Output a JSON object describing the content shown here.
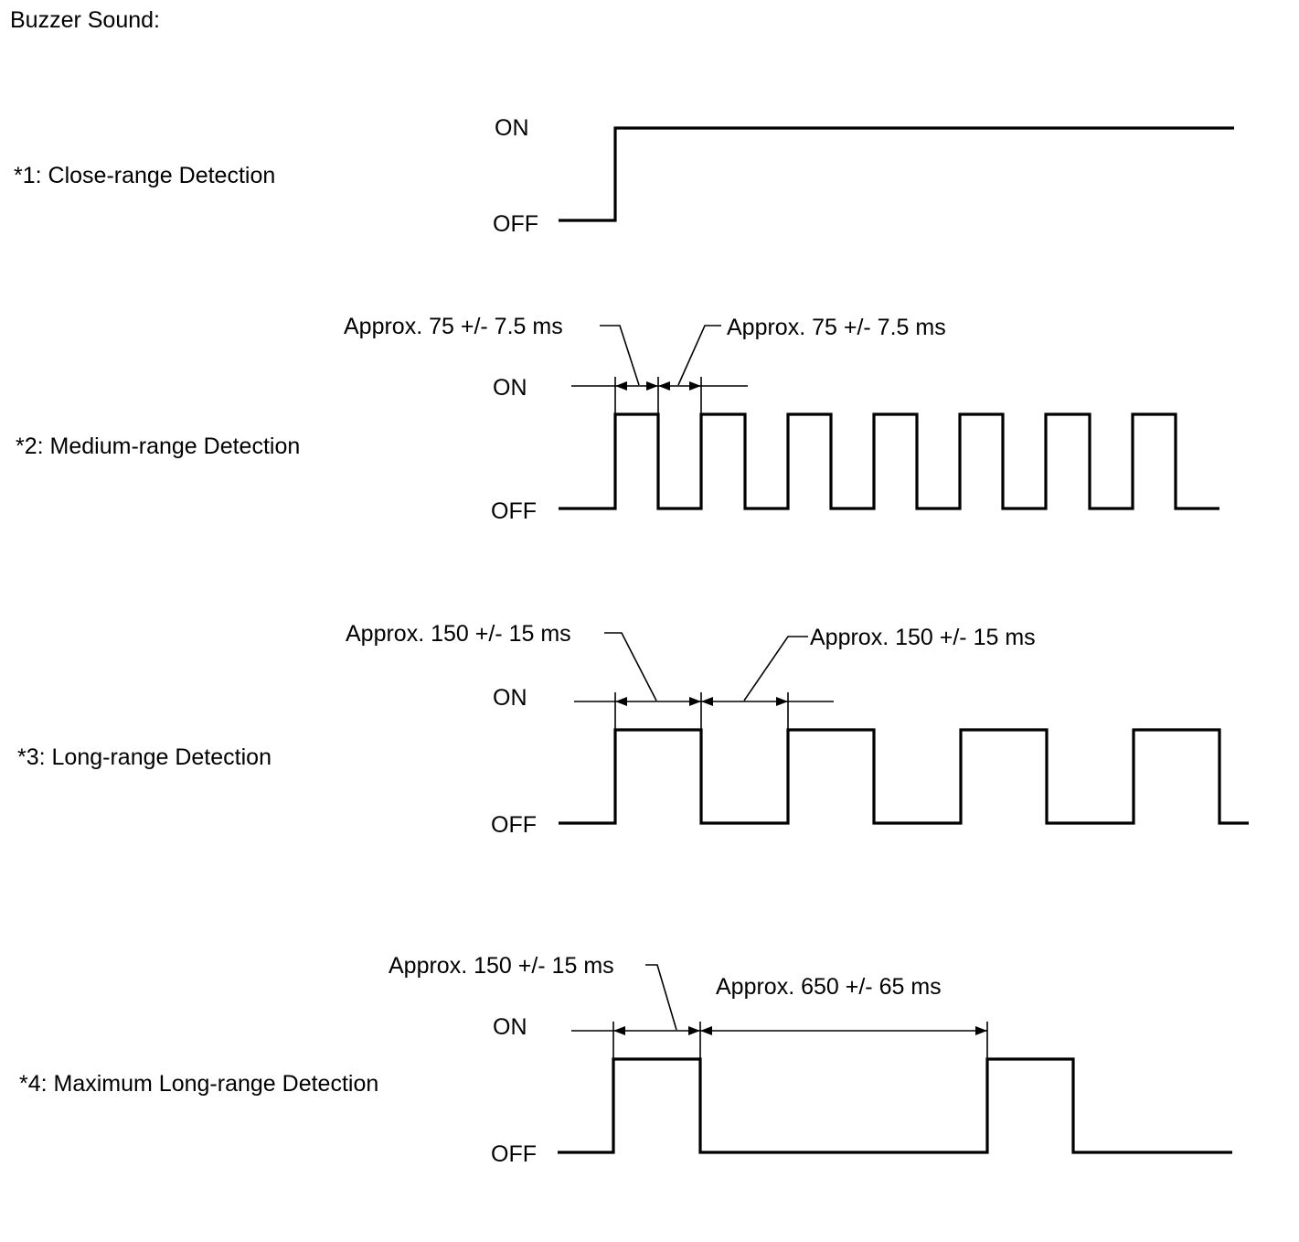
{
  "title": "Buzzer Sound:",
  "level_on": "ON",
  "level_off": "OFF",
  "diagrams": [
    {
      "label": "*1: Close-range Detection",
      "pattern": [
        "off 1 step",
        "on (continuous)"
      ],
      "annotations": []
    },
    {
      "label": "*2: Medium-range Detection",
      "pattern": [
        "on 75 ms",
        "off 75 ms",
        "repeats"
      ],
      "annotations": [
        "Approx. 75 +/- 7.5 ms",
        "Approx. 75 +/- 7.5 ms"
      ]
    },
    {
      "label": "*3: Long-range Detection",
      "pattern": [
        "on 150 ms",
        "off 150 ms",
        "repeats"
      ],
      "annotations": [
        "Approx. 150 +/- 15 ms",
        "Approx. 150 +/- 15 ms"
      ]
    },
    {
      "label": "*4: Maximum Long-range Detection",
      "pattern": [
        "on 150 ms",
        "off 650 ms",
        "repeats"
      ],
      "annotations": [
        "Approx. 150 +/- 15 ms",
        "Approx. 650 +/- 65 ms"
      ]
    }
  ]
}
